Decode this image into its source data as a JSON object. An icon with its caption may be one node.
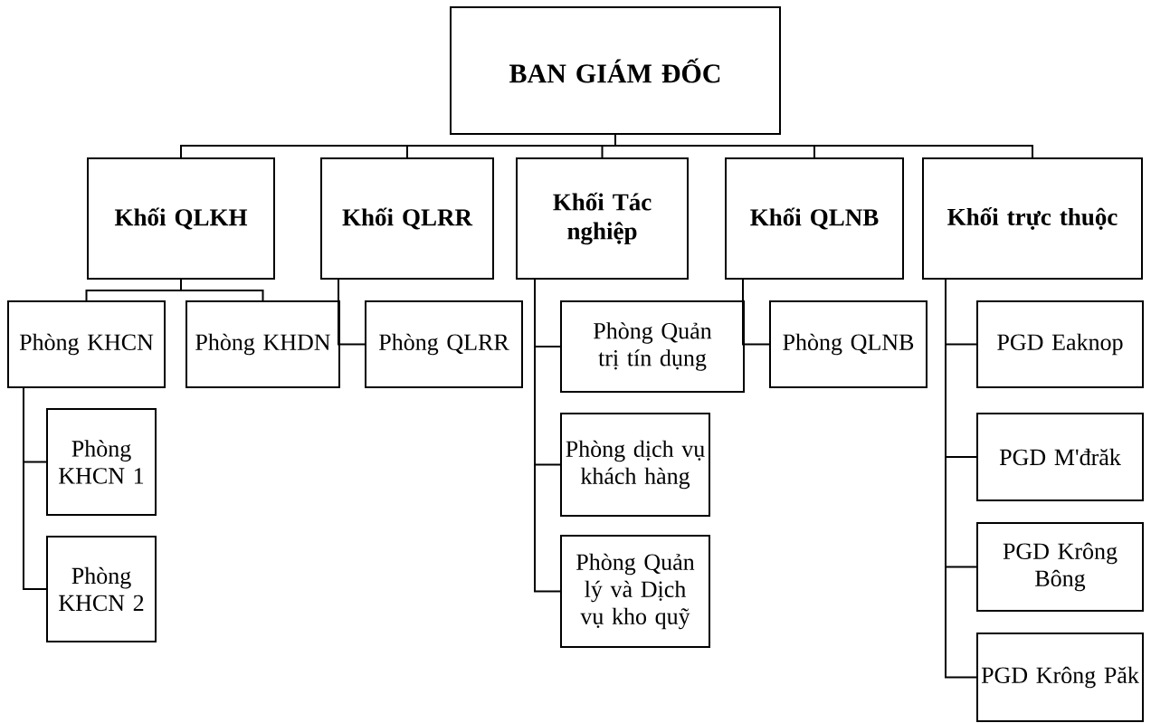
{
  "diagram": {
    "nodes": [
      {
        "text": [
          "BAN GIÁM ĐỐC"
        ]
      },
      {
        "text": [
          "Khối QLKH"
        ]
      },
      {
        "text": [
          "Khối QLRR"
        ]
      },
      {
        "text": [
          "Khối Tác nghiệp"
        ]
      },
      {
        "text": [
          "Khối QLNB"
        ]
      },
      {
        "text": [
          "Khối trực thuộc"
        ]
      },
      {
        "text": [
          "Phòng KHCN"
        ]
      },
      {
        "text": [
          "Phòng KHDN"
        ]
      },
      {
        "text": [
          "Phòng QLRR"
        ]
      },
      {
        "text": [
          "Phòng Quản trị tín dụng"
        ]
      },
      {
        "text": [
          "Phòng QLNB"
        ]
      },
      {
        "text": [
          "PGD Eaknop"
        ]
      },
      {
        "text": [
          "Phòng KHCN 1"
        ]
      },
      {
        "text": [
          "PGD M'đrăk"
        ]
      },
      {
        "text": [
          "Phòng dịch vụ khách hàng"
        ]
      },
      {
        "text": [
          "Phòng KHCN 2"
        ]
      },
      {
        "text": [
          "PGD Krông Bông"
        ]
      },
      {
        "text": [
          "Phòng Quản lý và Dịch vụ kho quỹ"
        ]
      },
      {
        "text": [
          "PGD Krông Păk"
        ]
      }
    ],
    "edges": [
      {
        "from": 0,
        "to": 1,
        "arrow": "none"
      },
      {
        "from": 0,
        "to": 2,
        "arrow": "none"
      },
      {
        "from": 0,
        "to": 3,
        "arrow": "none"
      },
      {
        "from": 0,
        "to": 4,
        "arrow": "none"
      },
      {
        "from": 0,
        "to": 5,
        "arrow": "none"
      },
      {
        "from": 1,
        "to": 6,
        "arrow": "none"
      },
      {
        "from": 1,
        "to": 7,
        "arrow": "none"
      },
      {
        "from": 2,
        "to": 8,
        "arrow": "none"
      },
      {
        "from": 3,
        "to": 9,
        "arrow": "none"
      },
      {
        "from": 3,
        "to": 14,
        "arrow": "none"
      },
      {
        "from": 3,
        "to": 17,
        "arrow": "none"
      },
      {
        "from": 4,
        "to": 10,
        "arrow": "none"
      },
      {
        "from": 5,
        "to": 11,
        "arrow": "none"
      },
      {
        "from": 5,
        "to": 13,
        "arrow": "none"
      },
      {
        "from": 5,
        "to": 16,
        "arrow": "none"
      },
      {
        "from": 5,
        "to": 18,
        "arrow": "none"
      },
      {
        "from": 6,
        "to": 12,
        "arrow": "none"
      },
      {
        "from": 6,
        "to": 15,
        "arrow": "none"
      }
    ]
  }
}
